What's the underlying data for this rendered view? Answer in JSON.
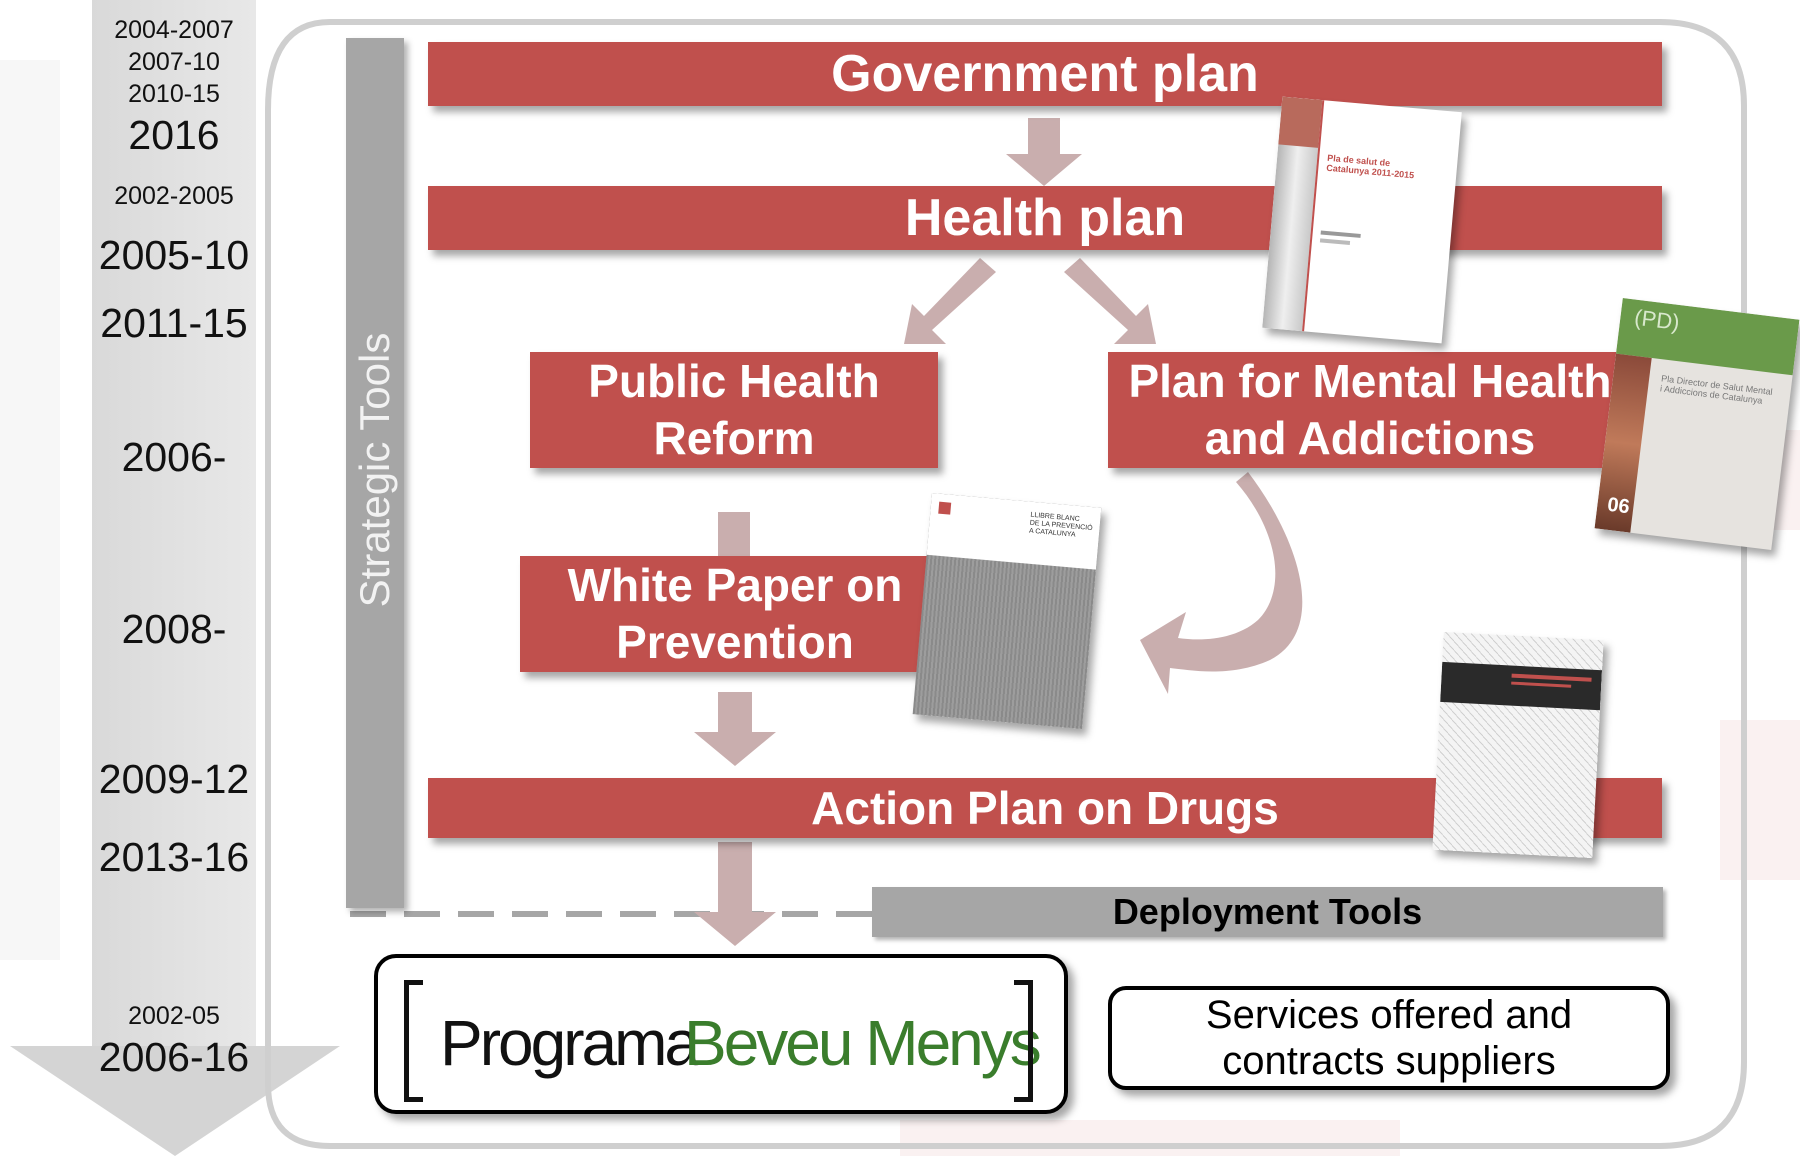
{
  "timeline": {
    "years": [
      {
        "label": "2004-2007",
        "size": "s"
      },
      {
        "label": "2007-10",
        "size": "s"
      },
      {
        "label": "2010-15",
        "size": "s"
      },
      {
        "label": "2016",
        "size": "l"
      },
      {
        "label": "2002-2005",
        "size": "s"
      },
      {
        "label": "2005-10",
        "size": "l"
      },
      {
        "label": "2011-15",
        "size": "l"
      },
      {
        "label": "2006-",
        "size": "l"
      },
      {
        "label": "2008-",
        "size": "l"
      },
      {
        "label": "2009-12",
        "size": "l"
      },
      {
        "label": "2013-16",
        "size": "l"
      },
      {
        "label": "2002-05",
        "size": "s"
      },
      {
        "label": "2006-16",
        "size": "l"
      }
    ]
  },
  "strategic_tools_label": "Strategic Tools",
  "deployment_tools_label": "Deployment Tools",
  "boxes": {
    "government_plan": "Government plan",
    "health_plan": "Health plan",
    "public_health_reform": {
      "line1": "Public Health",
      "line2": "Reform"
    },
    "mental_health_plan": {
      "line1": "Plan for Mental Health",
      "line2": "and Addictions"
    },
    "white_paper": {
      "line1": "White Paper on",
      "line2": "Prevention"
    },
    "action_plan": "Action Plan on Drugs"
  },
  "programa": {
    "word1": "Programa",
    "word2": "Beveu Menys"
  },
  "services": {
    "line1": "Services offered and",
    "line2": "contracts suppliers"
  },
  "documents": {
    "health_plan_cover": {
      "title_line1": "Pla de salut de",
      "title_line2": "Catalunya 2011-2015"
    },
    "mental_health_cover": {
      "badge": "(PD)",
      "title_line1": "Pla Director de Salut Mental",
      "title_line2": "i Addiccions de Catalunya",
      "number": "06"
    },
    "white_paper_cover": {
      "title_line1": "LLIBRE BLANC",
      "title_line2": "DE LA PREVENCIÓ",
      "title_line3": "A CATALUNYA"
    }
  },
  "colors": {
    "accent": "#c0504d",
    "arrow": "#c9aeae",
    "bar": "#a6a6a6",
    "green": "#3a7d2c"
  }
}
